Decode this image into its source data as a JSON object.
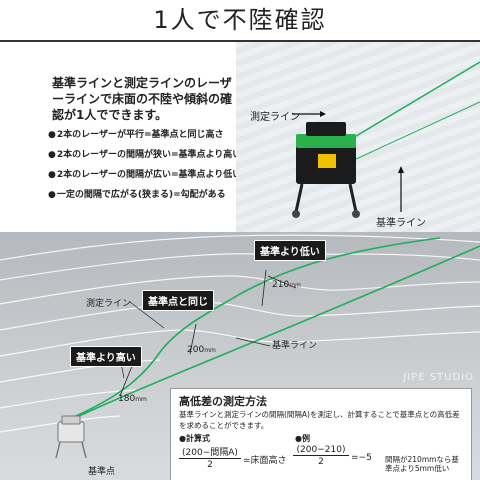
{
  "header": {
    "title": "1人で不陸確認"
  },
  "intro": {
    "text": "基準ラインと測定ラインのレーザーラインで床面の不陸や傾斜の確認が1人でできます。",
    "bullets": [
      "2本のレーザーが平行=基準点と同じ高さ",
      "2本のレーザーの間隔が狭い=基準点より高い",
      "2本のレーザーの間隔が広い=基準点より低い",
      "一定の間隔で広がる(狭まる)=勾配がある"
    ]
  },
  "photo": {
    "measure_label": "測定ライン",
    "reference_label": "基準ライン"
  },
  "diagram": {
    "tags": {
      "lower": "基準より低い",
      "same": "基準点と同じ",
      "higher": "基準より高い"
    },
    "measurements": [
      {
        "value": "210",
        "unit": "mm"
      },
      {
        "value": "200",
        "unit": "mm"
      },
      {
        "value": "180",
        "unit": "mm"
      }
    ],
    "measure_line_label": "測定ライン",
    "reference_line_label": "基準ライン",
    "base_point_label": "基準点",
    "watermark": "JIPE STUDIO"
  },
  "info": {
    "title": "高低差の測定方法",
    "description": "基準ラインと測定ラインの間隔(間隔A)を測定し、計算することで基準点との高低差を求めることができます。",
    "formula_label": "●計算式",
    "formula_num": "(200−間隔A)",
    "formula_den": "2",
    "formula_result": "=床面高さ",
    "example_label": "●例",
    "example_num": "(200−210)",
    "example_den": "2",
    "example_result": "=−5",
    "note": "間隔が210mmなら基準点より5mm低い"
  },
  "colors": {
    "laser": "#1fae5b",
    "tag_bg": "#1a1a1a"
  }
}
